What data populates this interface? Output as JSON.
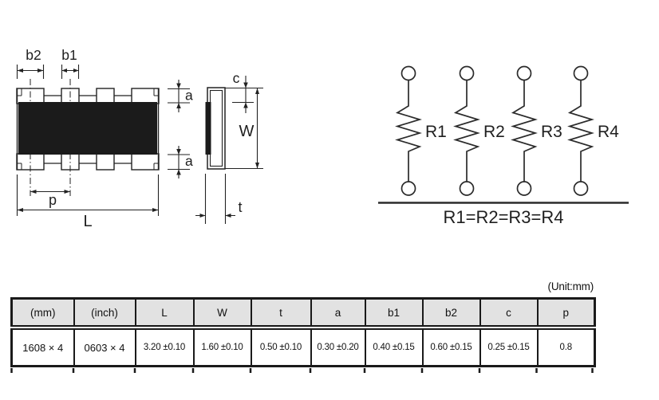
{
  "drawing": {
    "top_view": {
      "label_b2": "b2",
      "label_b1": "b1",
      "label_a_top": "a",
      "label_a_bottom": "a",
      "label_p": "p",
      "label_L": "L"
    },
    "side_view": {
      "label_c": "c",
      "label_W": "W",
      "label_t": "t"
    },
    "schematic": {
      "resistors": [
        "R1",
        "R2",
        "R3",
        "R4"
      ],
      "equation": "R1=R2=R3=R4"
    }
  },
  "table": {
    "unit_label": "(Unit:mm)",
    "headers": [
      "(mm)",
      "(inch)",
      "L",
      "W",
      "t",
      "a",
      "b1",
      "b2",
      "c",
      "p"
    ],
    "rows": [
      [
        "1608 × 4",
        "0603 × 4",
        "3.20 ±0.10",
        "1.60 ±0.10",
        "0.50 ±0.10",
        "0.30 ±0.20",
        "0.40 ±0.15",
        "0.60 ±0.15",
        "0.25 ±0.15",
        "0.8"
      ]
    ]
  },
  "colors": {
    "line": "#222222",
    "body_fill": "#1b1b1b",
    "header_bg": "#e2e2e2"
  }
}
